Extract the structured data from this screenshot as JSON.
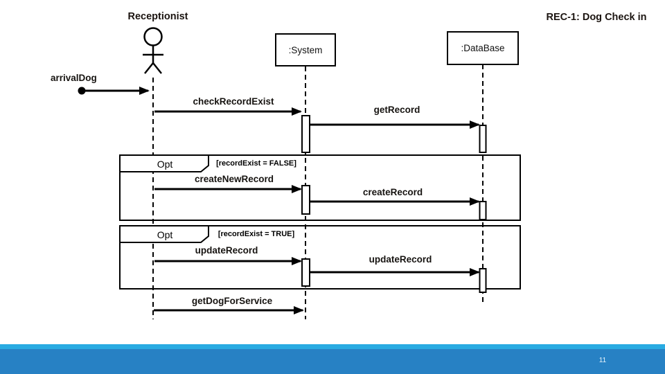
{
  "slide": {
    "title": "REC-1: Dog Check in",
    "page_number": "11",
    "colors": {
      "accent_light": "#29ABE2",
      "accent_dark": "#2781C4"
    }
  },
  "diagram": {
    "actor": {
      "label": "Receptionist"
    },
    "lifelines": [
      {
        "label": ":System"
      },
      {
        "label": ":DataBase"
      }
    ],
    "messages": [
      {
        "label": "arrivalDog"
      },
      {
        "label": "checkRecordExist"
      },
      {
        "label": "getRecord"
      },
      {
        "label": "createNewRecord"
      },
      {
        "label": "createRecord"
      },
      {
        "label": "updateRecord"
      },
      {
        "label": "updateRecord"
      },
      {
        "label": "getDogForService"
      }
    ],
    "fragments": [
      {
        "operator": "Opt",
        "condition": "[recordExist = FALSE]"
      },
      {
        "operator": "Opt",
        "condition": "[recordExist = TRUE]"
      }
    ]
  }
}
